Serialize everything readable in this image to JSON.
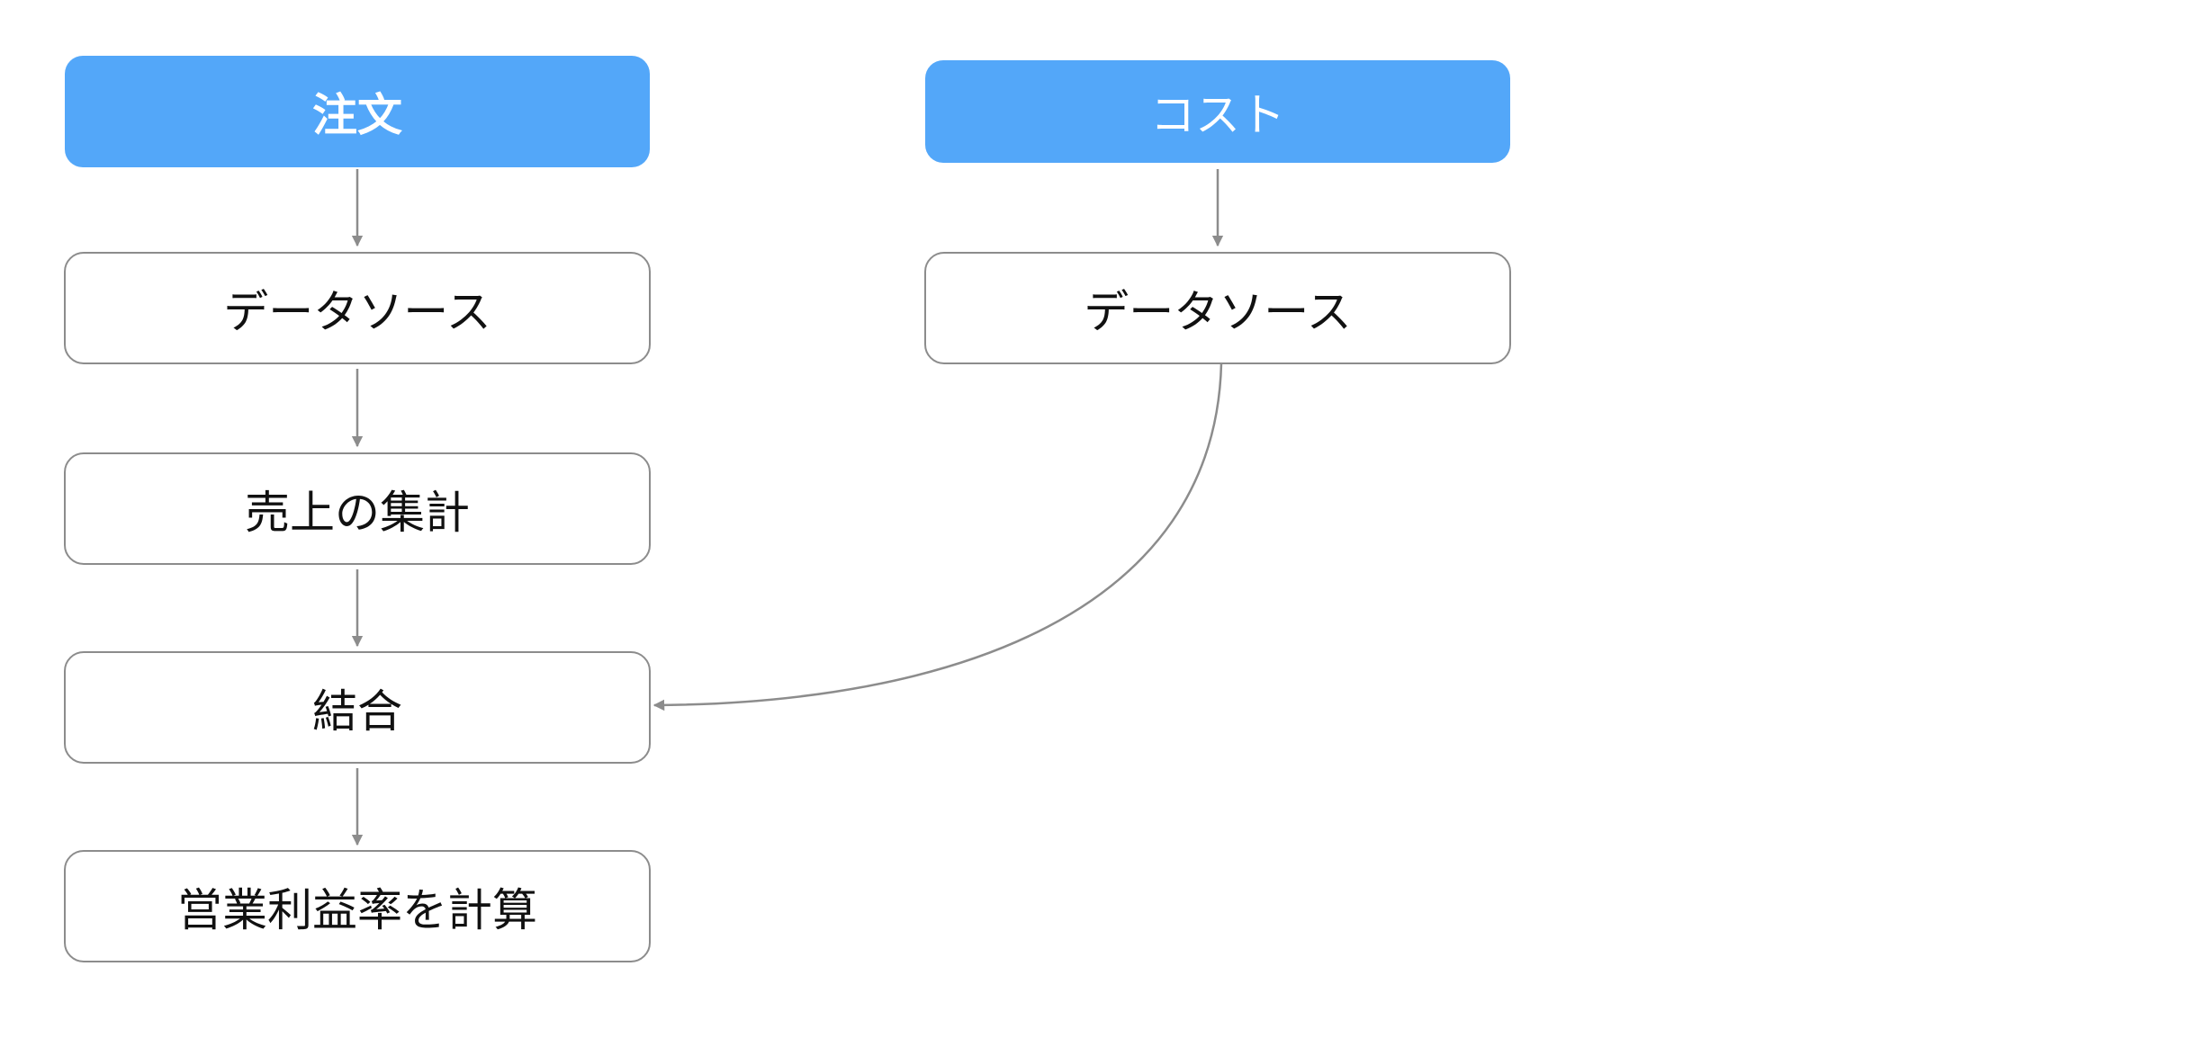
{
  "colors": {
    "source_fill": "#53a7f9",
    "step_border": "#8c8c8c",
    "connector": "#8c8c8c"
  },
  "sources": {
    "orders": "注文",
    "costs": "コスト"
  },
  "steps": {
    "orders_datasource": "データソース",
    "aggregate_sales": "売上の集計",
    "join": "結合",
    "calc_margin": "営業利益率を計算",
    "costs_datasource": "データソース"
  }
}
